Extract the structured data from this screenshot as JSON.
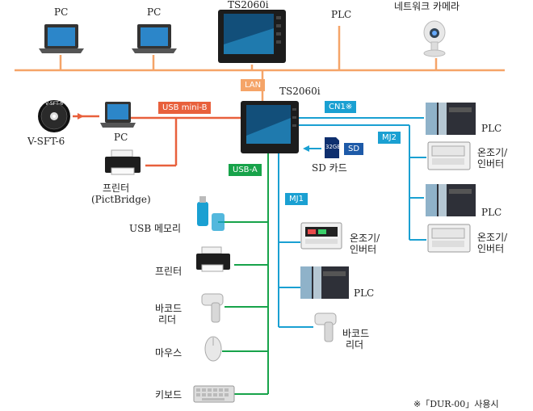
{
  "top": {
    "pc1": "PC",
    "pc2": "PC",
    "hmi": "TS2060i",
    "plc": "PLC",
    "camera": "네트워크 카메라"
  },
  "center": {
    "hmi": "TS2060i"
  },
  "tags": {
    "lan": "LAN",
    "usb_mini_b": "USB mini-B",
    "cn1": "CN1※",
    "mj2": "MJ2",
    "sd": "SD",
    "usb_a": "USB-A",
    "mj1": "MJ1",
    "sd_card_size": "32GB"
  },
  "left": {
    "cd_text": "V-SFT-6",
    "vsft": "V-SFT-6",
    "pc": "PC",
    "printer_line1": "프린터",
    "printer_line2": "(PictBridge)"
  },
  "sd_label": "SD 카드",
  "usb_devices": {
    "memory": "USB 메모리",
    "printer": "프린터",
    "barcode_line1": "바코드",
    "barcode_line2": "리더",
    "mouse": "마우스",
    "keyboard": "키보드"
  },
  "mj1_devices": {
    "temp_line1": "온조기/",
    "temp_line2": "인버터",
    "plc": "PLC",
    "barcode_line1": "바코드",
    "barcode_line2": "리더"
  },
  "right_devices": {
    "plc1": "PLC",
    "temp1_line1": "온조기/",
    "temp1_line2": "인버터",
    "plc2": "PLC",
    "temp2_line1": "온조기/",
    "temp2_line2": "인버터"
  },
  "footnote": "※「DUR-00」사용시",
  "colors": {
    "lan": "#f5a468",
    "usb_mini_b": "#e8603c",
    "serial": "#1aa0d2",
    "usb_a": "#17a34a"
  }
}
